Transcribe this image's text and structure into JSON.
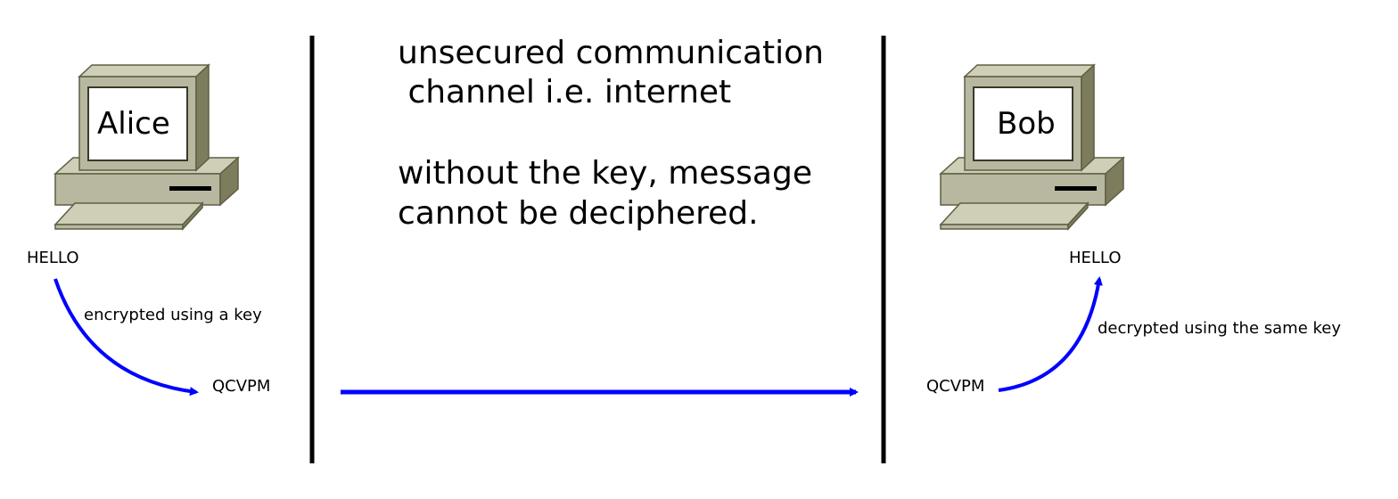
{
  "left_computer": {
    "name": "Alice",
    "plaintext": "HELLO",
    "ciphertext": "QCVPM",
    "action": "encrypted using a key"
  },
  "right_computer": {
    "name": "Bob",
    "plaintext": "HELLO",
    "ciphertext": "QCVPM",
    "action": "decrypted using the same key"
  },
  "channel": {
    "line1": "unsecured communication",
    "line2": " channel i.e. internet",
    "line3": "without the key, message",
    "line4": "cannot be deciphered."
  },
  "colors": {
    "arrow": "#0000ff",
    "computer_body": "#b8b8a0",
    "computer_dark": "#7d7d5e",
    "computer_light": "#cfcfb8"
  }
}
